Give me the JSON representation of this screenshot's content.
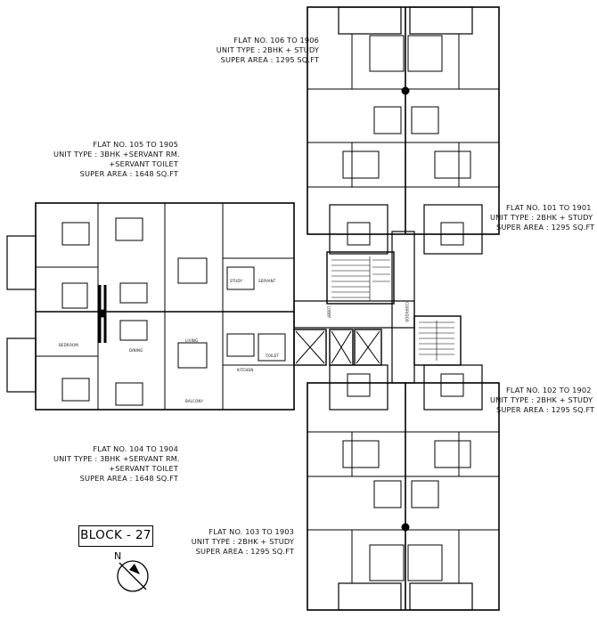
{
  "flats": {
    "f106": {
      "line1": "FLAT NO. 106 TO 1906",
      "line2": "UNIT TYPE : 2BHK + STUDY",
      "line3": "SUPER AREA : 1295 SQ.FT"
    },
    "f105": {
      "line1": "FLAT NO. 105 TO 1905",
      "line2": "UNIT TYPE : 3BHK +SERVANT RM.",
      "line3": "+SERVANT TOILET",
      "line4": "SUPER AREA : 1648 SQ.FT"
    },
    "f101": {
      "line1": "FLAT NO. 101 TO 1901",
      "line2": "UNIT TYPE : 2BHK + STUDY",
      "line3": "SUPER AREA : 1295 SQ.FT"
    },
    "f102": {
      "line1": "FLAT NO. 102 TO 1902",
      "line2": "UNIT TYPE : 2BHK + STUDY",
      "line3": "SUPER AREA : 1295 SQ.FT"
    },
    "f104": {
      "line1": "FLAT NO. 104 TO 1904",
      "line2": "UNIT TYPE : 3BHK +SERVANT RM.",
      "line3": "+SERVANT TOILET",
      "line4": "SUPER AREA : 1648 SQ.FT"
    },
    "f103": {
      "line1": "FLAT NO. 103 TO 1903",
      "line2": "UNIT TYPE : 2BHK + STUDY",
      "line3": "SUPER AREA : 1295 SQ.FT"
    }
  },
  "block_label": "BLOCK - 27",
  "north_label": "N",
  "rooms": {
    "lobby": "LOBBY",
    "corridor": "CORRIDOR",
    "living": "LIVING",
    "dining": "DINING",
    "bedroom": "BEDROOM",
    "kitchen": "KITCHEN",
    "toilet": "TOILET",
    "study": "STUDY",
    "servant": "SERVANT",
    "balcony": "BALCONY"
  },
  "colors": {
    "line": "#000000",
    "hatch": "#444444",
    "paper": "#ffffff"
  }
}
